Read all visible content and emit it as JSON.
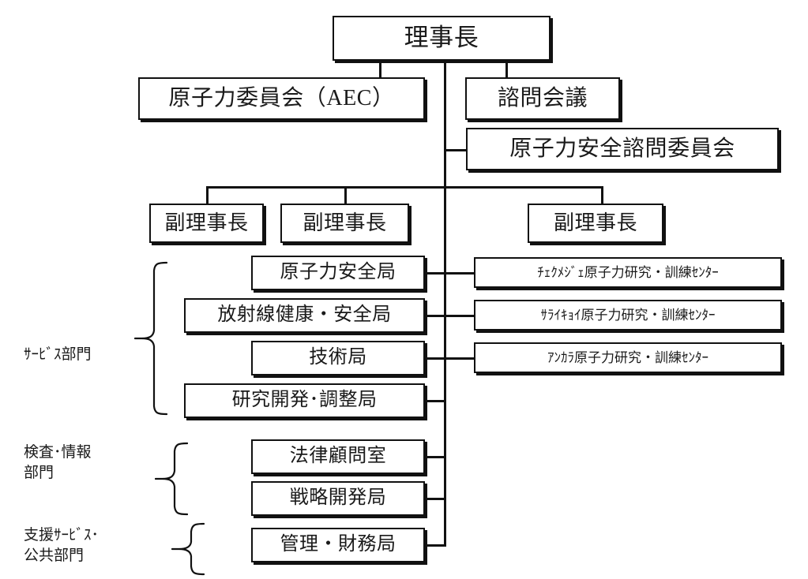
{
  "figure": {
    "kind": "organization-chart",
    "language": "ja",
    "background_color": "#ffffff",
    "line_color": "#111111",
    "text_color": "#1a1a1a"
  },
  "nodes": {
    "chairman": "理事長",
    "aec": "原子力委員会（AEC）",
    "advisory_council": "諮問会議",
    "nuclear_safety_advisory_committee": "原子力安全諮問委員会",
    "vice_chairman_1": "副理事長",
    "vice_chairman_2": "副理事長",
    "vice_chairman_3": "副理事長",
    "nuclear_safety_bureau": "原子力安全局",
    "radiation_health_safety_bureau": "放射線健康・安全局",
    "technology_bureau": "技術局",
    "rnd_coordination_bureau": "研究開発･調整局",
    "legal_counsel_office": "法律顧問室",
    "strategy_development_bureau": "戦略開発局",
    "administration_finance_bureau": "管理・財務局",
    "cekmece_center": "ﾁｪｸﾒｼﾞｪ原子力研究・訓練ｾﾝﾀｰ",
    "saraykoy_center": "ｻﾗｲｷｮｲ原子力研究・訓練ｾﾝﾀｰ",
    "ankara_center": "ｱﾝｶﾗ原子力研究・訓練ｾﾝﾀｰ"
  },
  "division_labels": {
    "service": "ｻｰﾋﾞｽ部門",
    "inspection_information": "検査･情報\n部門",
    "support_public": "支援ｻｰﾋﾞｽ･\n公共部門"
  },
  "groups": [
    {
      "label_key": "service",
      "members": [
        "原子力安全局",
        "放射線健康・安全局",
        "技術局",
        "研究開発･調整局"
      ]
    },
    {
      "label_key": "inspection_information",
      "members": [
        "法律顧問室",
        "戦略開発局"
      ]
    },
    {
      "label_key": "support_public",
      "members": [
        "管理・財務局"
      ]
    }
  ],
  "hierarchy": {
    "root": "理事長",
    "direct": [
      "原子力委員会（AEC）",
      "諮問会議",
      "原子力安全諮問委員会",
      "副理事長",
      "副理事長",
      "副理事長"
    ],
    "research_centers": [
      "ﾁｪｸﾒｼﾞｪ原子力研究・訓練ｾﾝﾀｰ",
      "ｻﾗｲｷｮｲ原子力研究・訓練ｾﾝﾀｰ",
      "ｱﾝｶﾗ原子力研究・訓練ｾﾝﾀｰ"
    ]
  }
}
